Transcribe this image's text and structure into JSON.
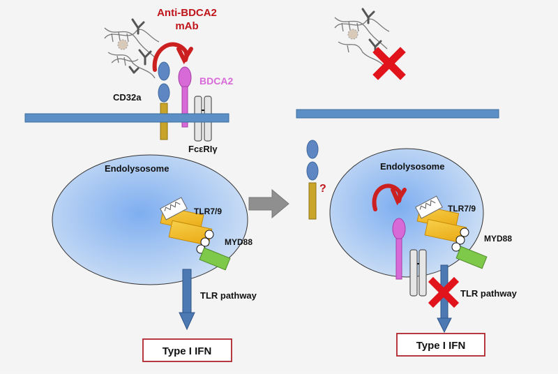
{
  "labels": {
    "mab_line1": "Anti-BDCA2",
    "mab_line2": "mAb",
    "bdca2": "BDCA2",
    "cd32a": "CD32a",
    "fceri": "FcεRIγ",
    "endolysosome_left": "Endolysosome",
    "endolysosome_right": "Endolysosome",
    "tlr_left": "TLR7/9",
    "tlr_right": "TLR7/9",
    "myd88_left": "MYD88",
    "myd88_right": "MYD88",
    "pathway_left": "TLR pathway",
    "pathway_right": "TLR pathway",
    "ifn_left": "Type I IFN",
    "ifn_right": "Type I IFN",
    "question": "?"
  },
  "colors": {
    "membrane": "#5b8fc6",
    "vesicle_core": "#7eaef0",
    "vesicle_edge": "#c9dcf4",
    "antibody": "#cc1f1f",
    "bdca2": "#d86ad8",
    "cd32a_head": "#5d86c2",
    "cd32a_stalk": "#c9a42a",
    "tlr": "#f2b81e",
    "myd88": "#7ec84a",
    "arrow": "#4d79b3",
    "ifn_border": "#b0242b",
    "block_x": "#e0141a"
  },
  "icons": [
    "dna-immune-complex-icon",
    "antibody-icon",
    "red-x-icon",
    "gray-arrow-icon"
  ]
}
